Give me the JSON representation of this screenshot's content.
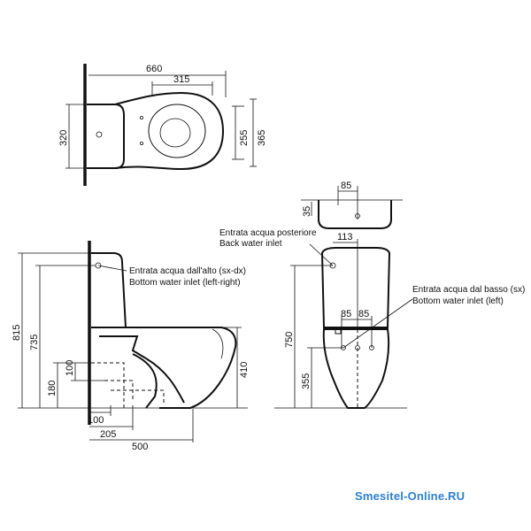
{
  "top_view": {
    "dim_overall_width": "660",
    "dim_bowl_width": "315",
    "dim_tank_depth": "320",
    "dim_bowl_depth": "255",
    "dim_overall_depth": "365"
  },
  "side_view": {
    "dim_height_total": "815",
    "dim_height_tank": "735",
    "dim_outlet_height": "180",
    "dim_outlet_offset": "100",
    "dim_seat_height": "410",
    "dim_wall_to_outlet": "100",
    "dim_wall_to_drain": "205",
    "dim_overall_length": "500",
    "inlet_top_label_it": "Entrata acqua dall'alto (sx-dx)",
    "inlet_top_label_en": "Bottom water inlet (left-right)"
  },
  "front_view": {
    "dim_inlet_spacing": "85",
    "dim_inlet_depth": "35",
    "dim_tank_offset": "113",
    "dim_inlet_left": "85",
    "dim_inlet_right": "85",
    "dim_height_tank": "750",
    "dim_inlet_height": "355",
    "back_inlet_label_it": "Entrata acqua posteriore",
    "back_inlet_label_en": "Back water inlet",
    "bottom_inlet_label_it": "Entrata acqua dal basso (sx)",
    "bottom_inlet_label_en": "Bottom water inlet (left)"
  },
  "brand": {
    "watermark": "Smesitel-Online.RU",
    "color": "#2a7fd6"
  }
}
